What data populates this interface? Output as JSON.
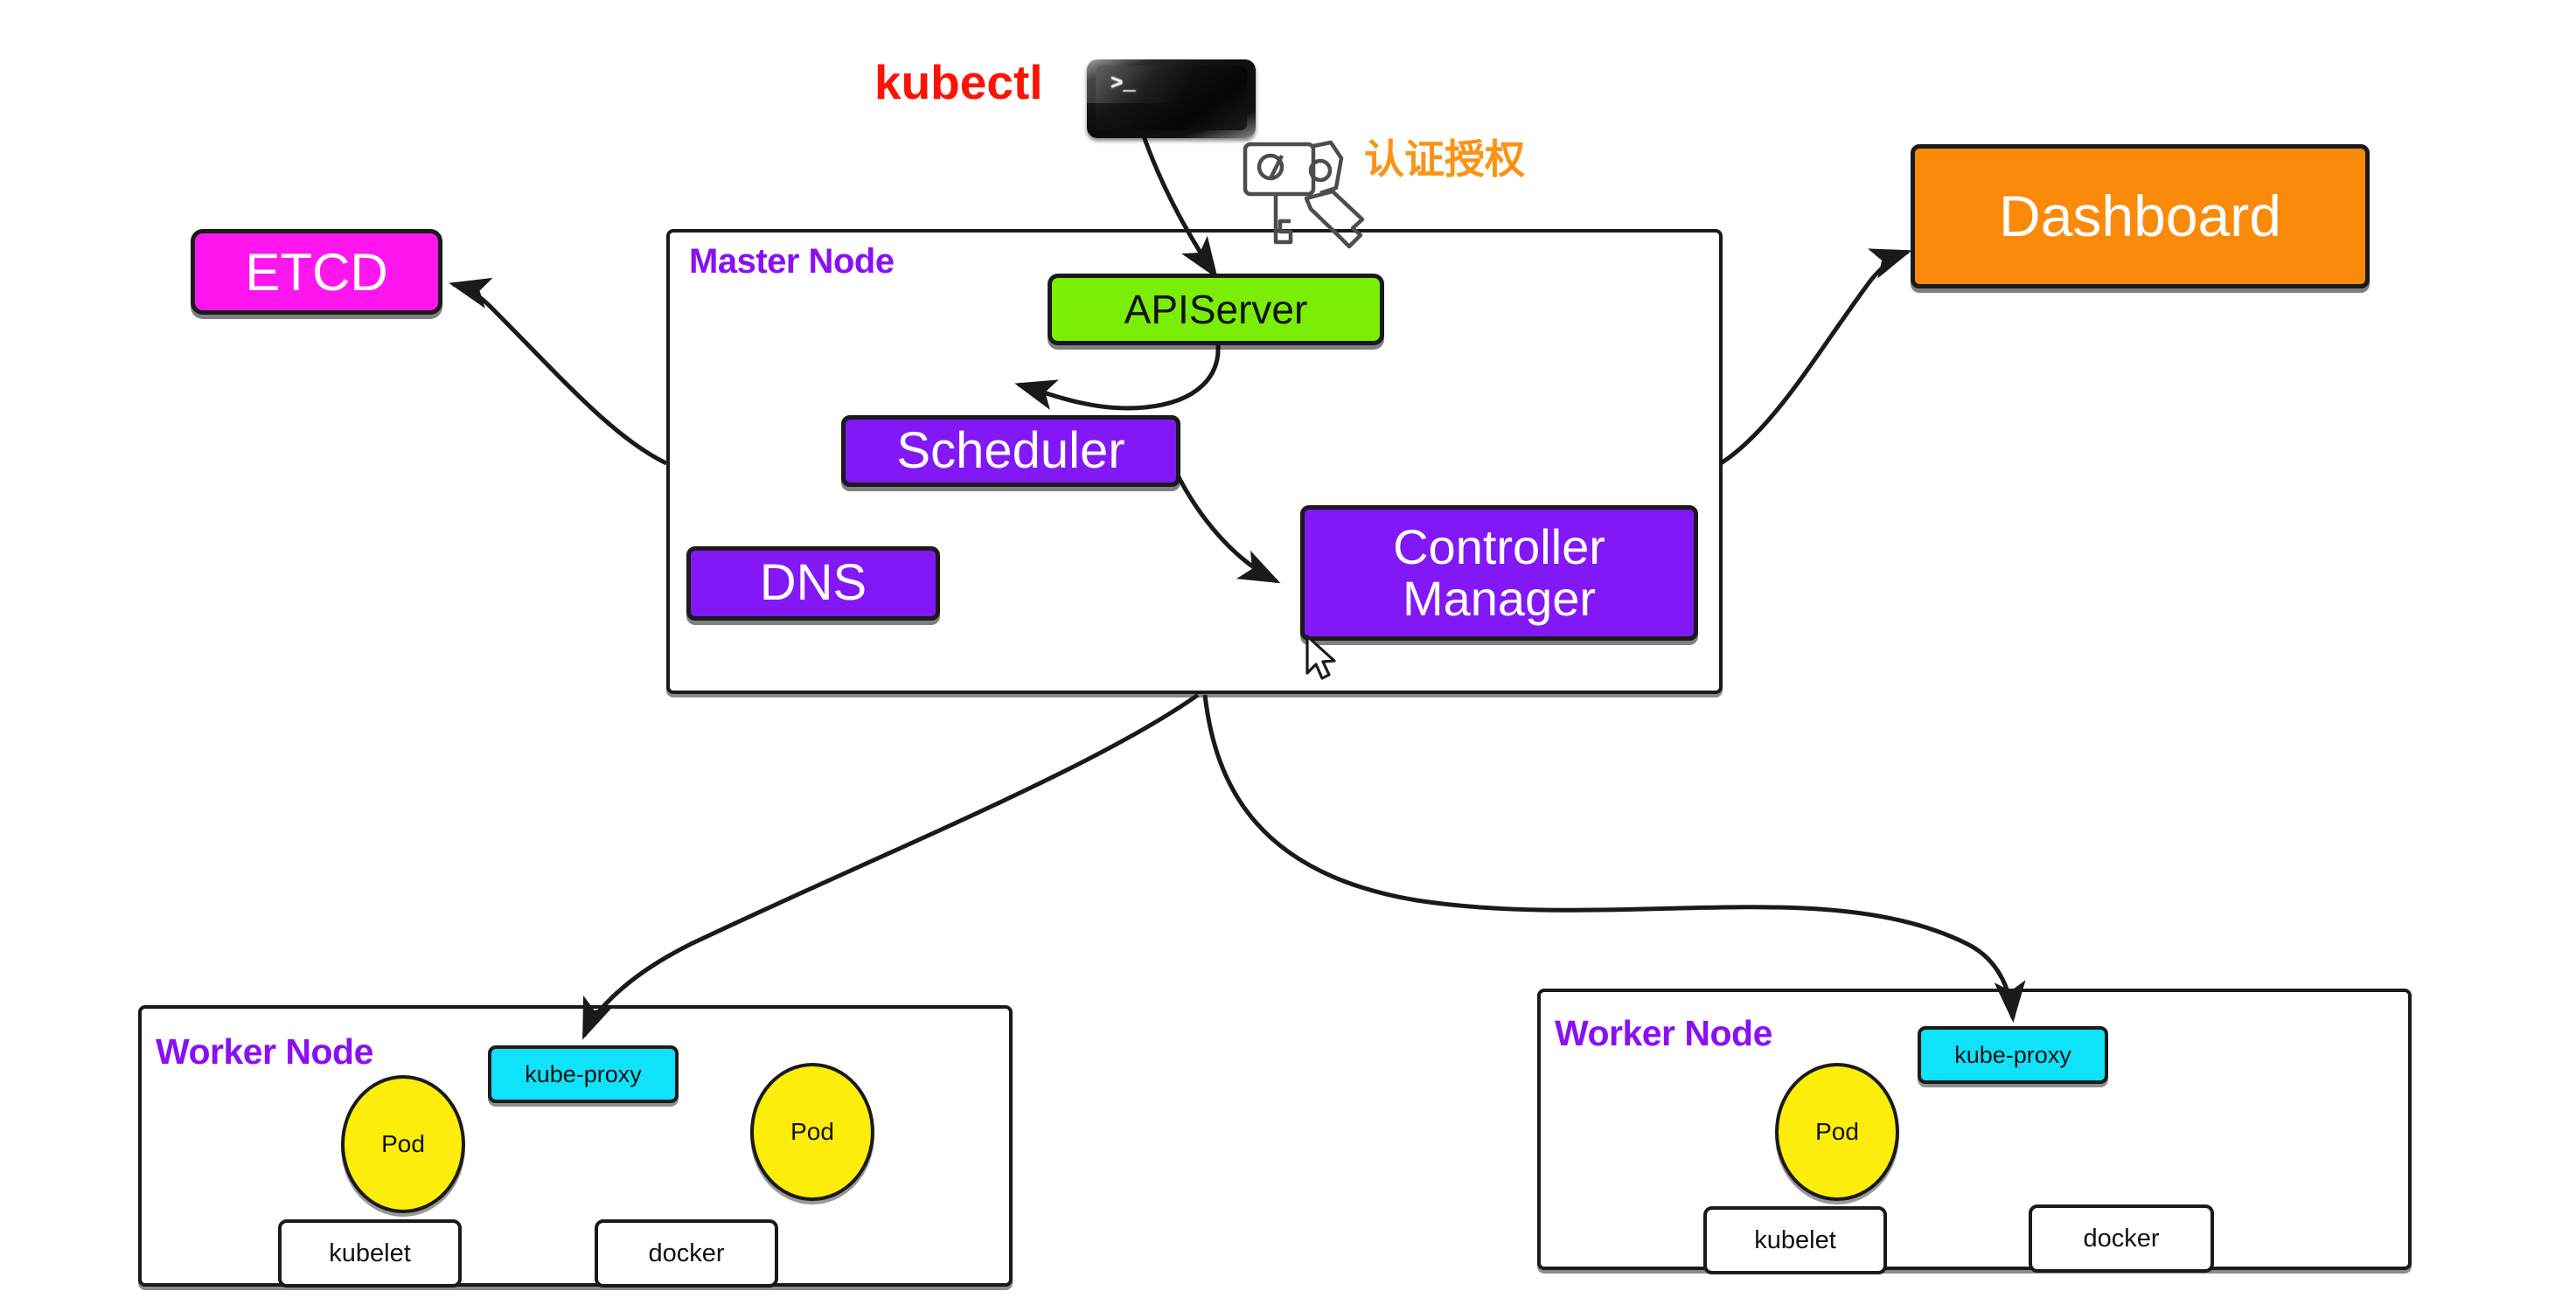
{
  "diagram": {
    "title": "Kubernetes Architecture",
    "colors": {
      "etcd_fill": "#FF16EE",
      "dashboard_fill": "#FA8A0A",
      "apiserver_fill": "#7BEE08",
      "purple_fill": "#8218F5",
      "kubeproxy_fill": "#0FE2FB",
      "pod_fill": "#FCEE0A",
      "node_label": "#8A10F2",
      "kubectl_label": "#FA1405",
      "auth_label": "#FB9314",
      "stroke": "#1a1a1a"
    }
  },
  "labels": {
    "kubectl": "kubectl",
    "auth": "认证授权",
    "master_node": "Master Node",
    "worker_node": "Worker Node"
  },
  "icons": {
    "terminal": "terminal-icon",
    "terminal_prompt": ">_",
    "key": "key-icon",
    "cursor": "mouse-cursor-icon"
  },
  "master": {
    "title": "Master Node",
    "components": [
      {
        "id": "apiserver",
        "label": "APIServer"
      },
      {
        "id": "scheduler",
        "label": "Scheduler"
      },
      {
        "id": "dns",
        "label": "DNS"
      },
      {
        "id": "controller-manager",
        "label_line1": "Controller",
        "label_line2": "Manager"
      }
    ]
  },
  "external": [
    {
      "id": "etcd",
      "label": "ETCD"
    },
    {
      "id": "dashboard",
      "label": "Dashboard"
    }
  ],
  "workers": [
    {
      "id": "worker-left",
      "title": "Worker Node",
      "kube_proxy": "kube-proxy",
      "pods": [
        {
          "label": "Pod"
        },
        {
          "label": "Pod"
        }
      ],
      "runtime": [
        {
          "label": "kubelet"
        },
        {
          "label": "docker"
        }
      ]
    },
    {
      "id": "worker-right",
      "title": "Worker Node",
      "kube_proxy": "kube-proxy",
      "pods": [
        {
          "label": "Pod"
        }
      ],
      "runtime": [
        {
          "label": "kubelet"
        },
        {
          "label": "docker"
        }
      ]
    }
  ],
  "chart_data": {
    "type": "diagram",
    "title": "Kubernetes Cluster Architecture",
    "nodes": [
      {
        "id": "kubectl",
        "label": "kubectl",
        "kind": "client",
        "color": "#FA1405"
      },
      {
        "id": "auth",
        "label": "认证授权",
        "kind": "annotation",
        "color": "#FB9314"
      },
      {
        "id": "etcd",
        "label": "ETCD",
        "kind": "datastore",
        "color": "#FF16EE"
      },
      {
        "id": "dashboard",
        "label": "Dashboard",
        "kind": "ui",
        "color": "#FA8A0A"
      },
      {
        "id": "master",
        "label": "Master Node",
        "kind": "group",
        "color": "#8A10F2"
      },
      {
        "id": "apiserver",
        "label": "APIServer",
        "kind": "component",
        "color": "#7BEE08"
      },
      {
        "id": "scheduler",
        "label": "Scheduler",
        "kind": "component",
        "color": "#8218F5"
      },
      {
        "id": "dns",
        "label": "DNS",
        "kind": "component",
        "color": "#8218F5"
      },
      {
        "id": "controller-manager",
        "label": "Controller Manager",
        "kind": "component",
        "color": "#8218F5"
      },
      {
        "id": "worker-left",
        "label": "Worker Node",
        "kind": "group",
        "color": "#8A10F2"
      },
      {
        "id": "worker-right",
        "label": "Worker Node",
        "kind": "group",
        "color": "#8A10F2"
      },
      {
        "id": "kube-proxy-left",
        "label": "kube-proxy",
        "kind": "component",
        "color": "#0FE2FB"
      },
      {
        "id": "kube-proxy-right",
        "label": "kube-proxy",
        "kind": "component",
        "color": "#0FE2FB"
      },
      {
        "id": "pod-l1",
        "label": "Pod",
        "kind": "pod",
        "color": "#FCEE0A"
      },
      {
        "id": "pod-l2",
        "label": "Pod",
        "kind": "pod",
        "color": "#FCEE0A"
      },
      {
        "id": "pod-r1",
        "label": "Pod",
        "kind": "pod",
        "color": "#FCEE0A"
      },
      {
        "id": "kubelet-left",
        "label": "kubelet",
        "kind": "component",
        "color": "#FFFFFF"
      },
      {
        "id": "docker-left",
        "label": "docker",
        "kind": "component",
        "color": "#FFFFFF"
      },
      {
        "id": "kubelet-right",
        "label": "kubelet",
        "kind": "component",
        "color": "#FFFFFF"
      },
      {
        "id": "docker-right",
        "label": "docker",
        "kind": "component",
        "color": "#FFFFFF"
      }
    ],
    "edges": [
      {
        "from": "kubectl",
        "to": "apiserver",
        "arrow": true
      },
      {
        "from": "apiserver",
        "to": "scheduler",
        "arrow": true
      },
      {
        "from": "scheduler",
        "to": "controller-manager",
        "arrow": true
      },
      {
        "from": "master",
        "to": "etcd",
        "arrow": true
      },
      {
        "from": "master",
        "to": "dashboard",
        "arrow": true
      },
      {
        "from": "master",
        "to": "kube-proxy-left",
        "arrow": true
      },
      {
        "from": "master",
        "to": "kube-proxy-right",
        "arrow": true
      }
    ]
  }
}
